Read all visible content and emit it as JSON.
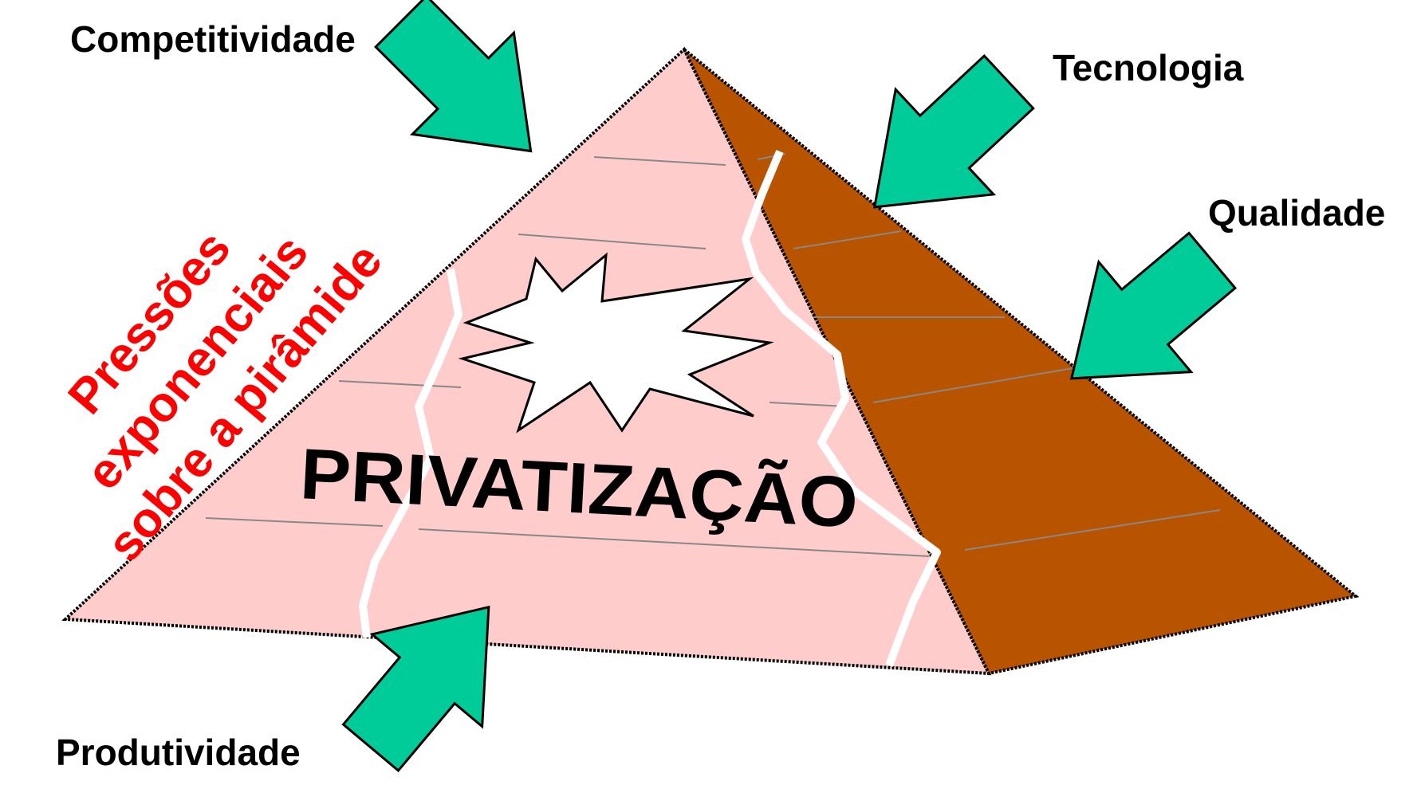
{
  "diagram": {
    "center_label": "PRIVATIZAÇÃO",
    "side_text": [
      "Pressões",
      "exponenciais",
      "sobre a pirâmide"
    ],
    "forces": {
      "top_left": "Competitividade",
      "top_right": "Tecnologia",
      "right": "Qualidade",
      "bottom": "Produtividade"
    }
  },
  "colors": {
    "front_face": "#ffcccc",
    "side_face": "#b85400",
    "arrow": "#00cc99",
    "crack": "#ffffff",
    "side_text": "#ff0000",
    "outline": "#000000",
    "course_line": "#888888"
  }
}
